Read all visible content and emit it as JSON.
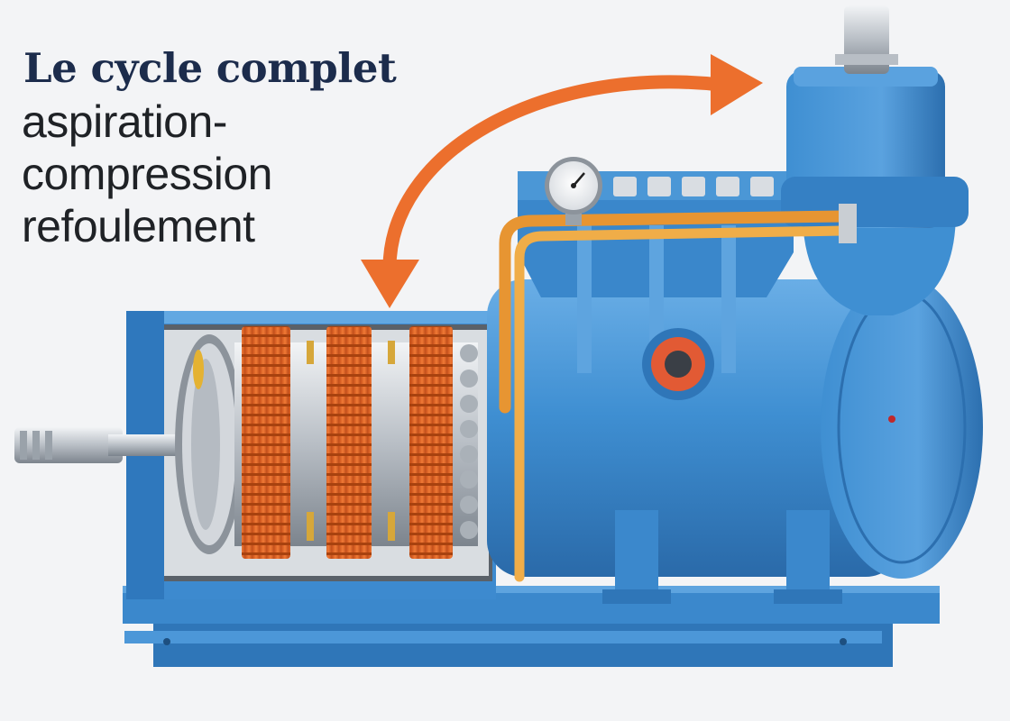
{
  "headline": {
    "title": "Le cycle complet",
    "lines": [
      "aspiration-",
      "compression",
      "refoulement"
    ]
  },
  "colors": {
    "title": "#1c2c4c",
    "caption": "#1f2226",
    "machine_blue": "#3f8fd2",
    "machine_blue_dark": "#2c6faf",
    "copper_orange": "#e2682a",
    "arrow_orange": "#ec6f2d",
    "pipe_orange": "#eea23b",
    "steel": "#c9ced3"
  },
  "icons": {
    "cycle_arrow": "curved-double-arrow-icon",
    "pressure_gauge": "pressure-gauge-icon"
  }
}
